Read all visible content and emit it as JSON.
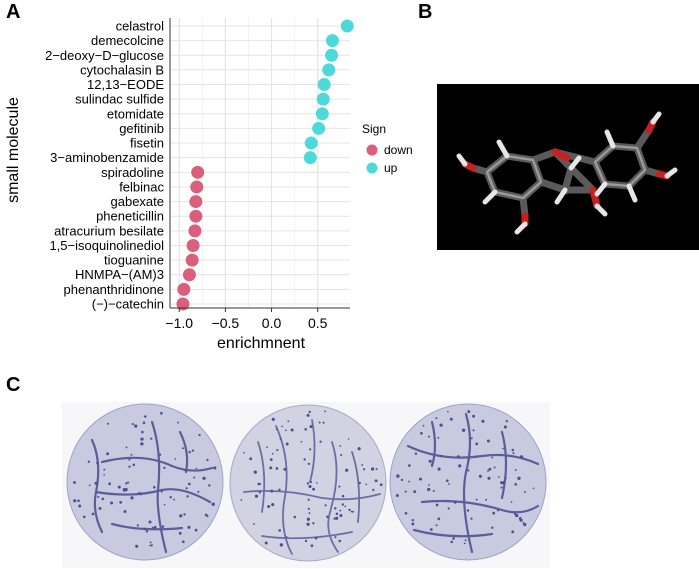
{
  "panels": {
    "a": "A",
    "b": "B",
    "c": "C"
  },
  "chart_data": {
    "type": "scatter",
    "title": "",
    "xlabel": "enrichmnent",
    "ylabel": "small molecule",
    "xlim": [
      -1.1,
      0.85
    ],
    "xticks": [
      -1.0,
      -0.5,
      0.0,
      0.5
    ],
    "xtick_labels": [
      "−1.0",
      "−0.5",
      "0.0",
      "0.5"
    ],
    "grid": true,
    "legend": {
      "title": "Sign",
      "position": "right",
      "entries": [
        {
          "name": "down",
          "color": "#d95f7a"
        },
        {
          "name": "up",
          "color": "#4dd9d9"
        }
      ]
    },
    "points": [
      {
        "name": "celastrol",
        "value": 0.82,
        "sign": "up"
      },
      {
        "name": "demecolcine",
        "value": 0.66,
        "sign": "up"
      },
      {
        "name": "2−deoxy−D−glucose",
        "value": 0.65,
        "sign": "up"
      },
      {
        "name": "cytochalasin B",
        "value": 0.62,
        "sign": "up"
      },
      {
        "name": "12,13−EODE",
        "value": 0.57,
        "sign": "up"
      },
      {
        "name": "sulindac sulfide",
        "value": 0.56,
        "sign": "up"
      },
      {
        "name": "etomidate",
        "value": 0.55,
        "sign": "up"
      },
      {
        "name": "gefitinib",
        "value": 0.51,
        "sign": "up"
      },
      {
        "name": "fisetin",
        "value": 0.43,
        "sign": "up"
      },
      {
        "name": "3−aminobenzamide",
        "value": 0.42,
        "sign": "up"
      },
      {
        "name": "spiradoline",
        "value": -0.8,
        "sign": "down"
      },
      {
        "name": "felbinac",
        "value": -0.81,
        "sign": "down"
      },
      {
        "name": "gabexate",
        "value": -0.82,
        "sign": "down"
      },
      {
        "name": "pheneticillin",
        "value": -0.82,
        "sign": "down"
      },
      {
        "name": "atracurium besilate",
        "value": -0.83,
        "sign": "down"
      },
      {
        "name": "1,5−isoquinolinediol",
        "value": -0.85,
        "sign": "down"
      },
      {
        "name": "tioguanine",
        "value": -0.86,
        "sign": "down"
      },
      {
        "name": "HNMPA−(AM)3",
        "value": -0.89,
        "sign": "down"
      },
      {
        "name": "phenanthridinone",
        "value": -0.95,
        "sign": "down"
      },
      {
        "name": "(−)−catechin",
        "value": -0.96,
        "sign": "down"
      }
    ]
  }
}
